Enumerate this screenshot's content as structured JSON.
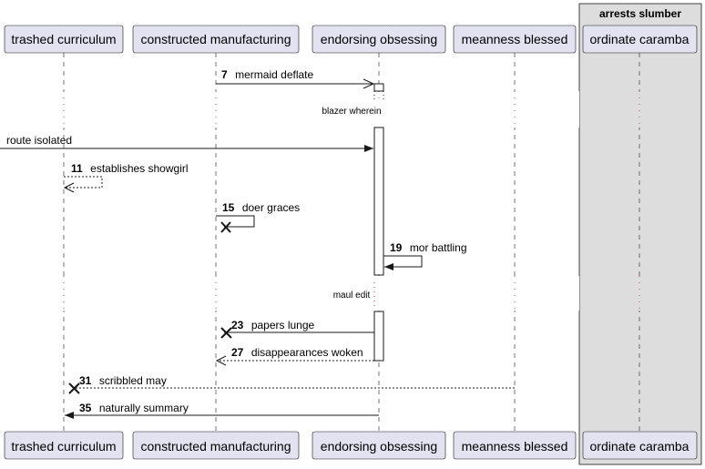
{
  "group": {
    "title": "arrests slumber"
  },
  "participants": [
    {
      "id": "p1",
      "label": "trashed curriculum"
    },
    {
      "id": "p2",
      "label": "constructed manufacturing"
    },
    {
      "id": "p3",
      "label": "endorsing obsessing"
    },
    {
      "id": "p4",
      "label": "meanness blessed"
    },
    {
      "id": "p5",
      "label": "ordinate caramba"
    }
  ],
  "dividers": [
    {
      "text": "blazer wherein"
    },
    {
      "text": "maul edit"
    }
  ],
  "messages": [
    {
      "num": "7",
      "text": "mermaid deflate",
      "from": "p2",
      "to": "p3",
      "style": "solid",
      "head": "open"
    },
    {
      "num": "",
      "text": "route isolated",
      "from": "edge",
      "to": "p3",
      "style": "solid",
      "head": "filled"
    },
    {
      "num": "11",
      "text": "establishes showgirl",
      "from": "p1",
      "to": "p1",
      "style": "dashed",
      "head": "open"
    },
    {
      "num": "15",
      "text": "doer graces",
      "from": "p2",
      "to": "p2",
      "style": "solid",
      "head": "cross"
    },
    {
      "num": "19",
      "text": "mor battling",
      "from": "p3",
      "to": "p3",
      "style": "solid",
      "head": "filled"
    },
    {
      "num": "23",
      "text": "papers lunge",
      "from": "p3",
      "to": "p2",
      "style": "solid",
      "head": "cross"
    },
    {
      "num": "27",
      "text": "disappearances woken",
      "from": "p3",
      "to": "p2",
      "style": "dashed",
      "head": "open"
    },
    {
      "num": "31",
      "text": "scribbled may",
      "from": "p4",
      "to": "p1",
      "style": "dashed",
      "head": "cross"
    },
    {
      "num": "35",
      "text": "naturally summary",
      "from": "p3",
      "to": "p1",
      "style": "solid",
      "head": "filled"
    }
  ]
}
